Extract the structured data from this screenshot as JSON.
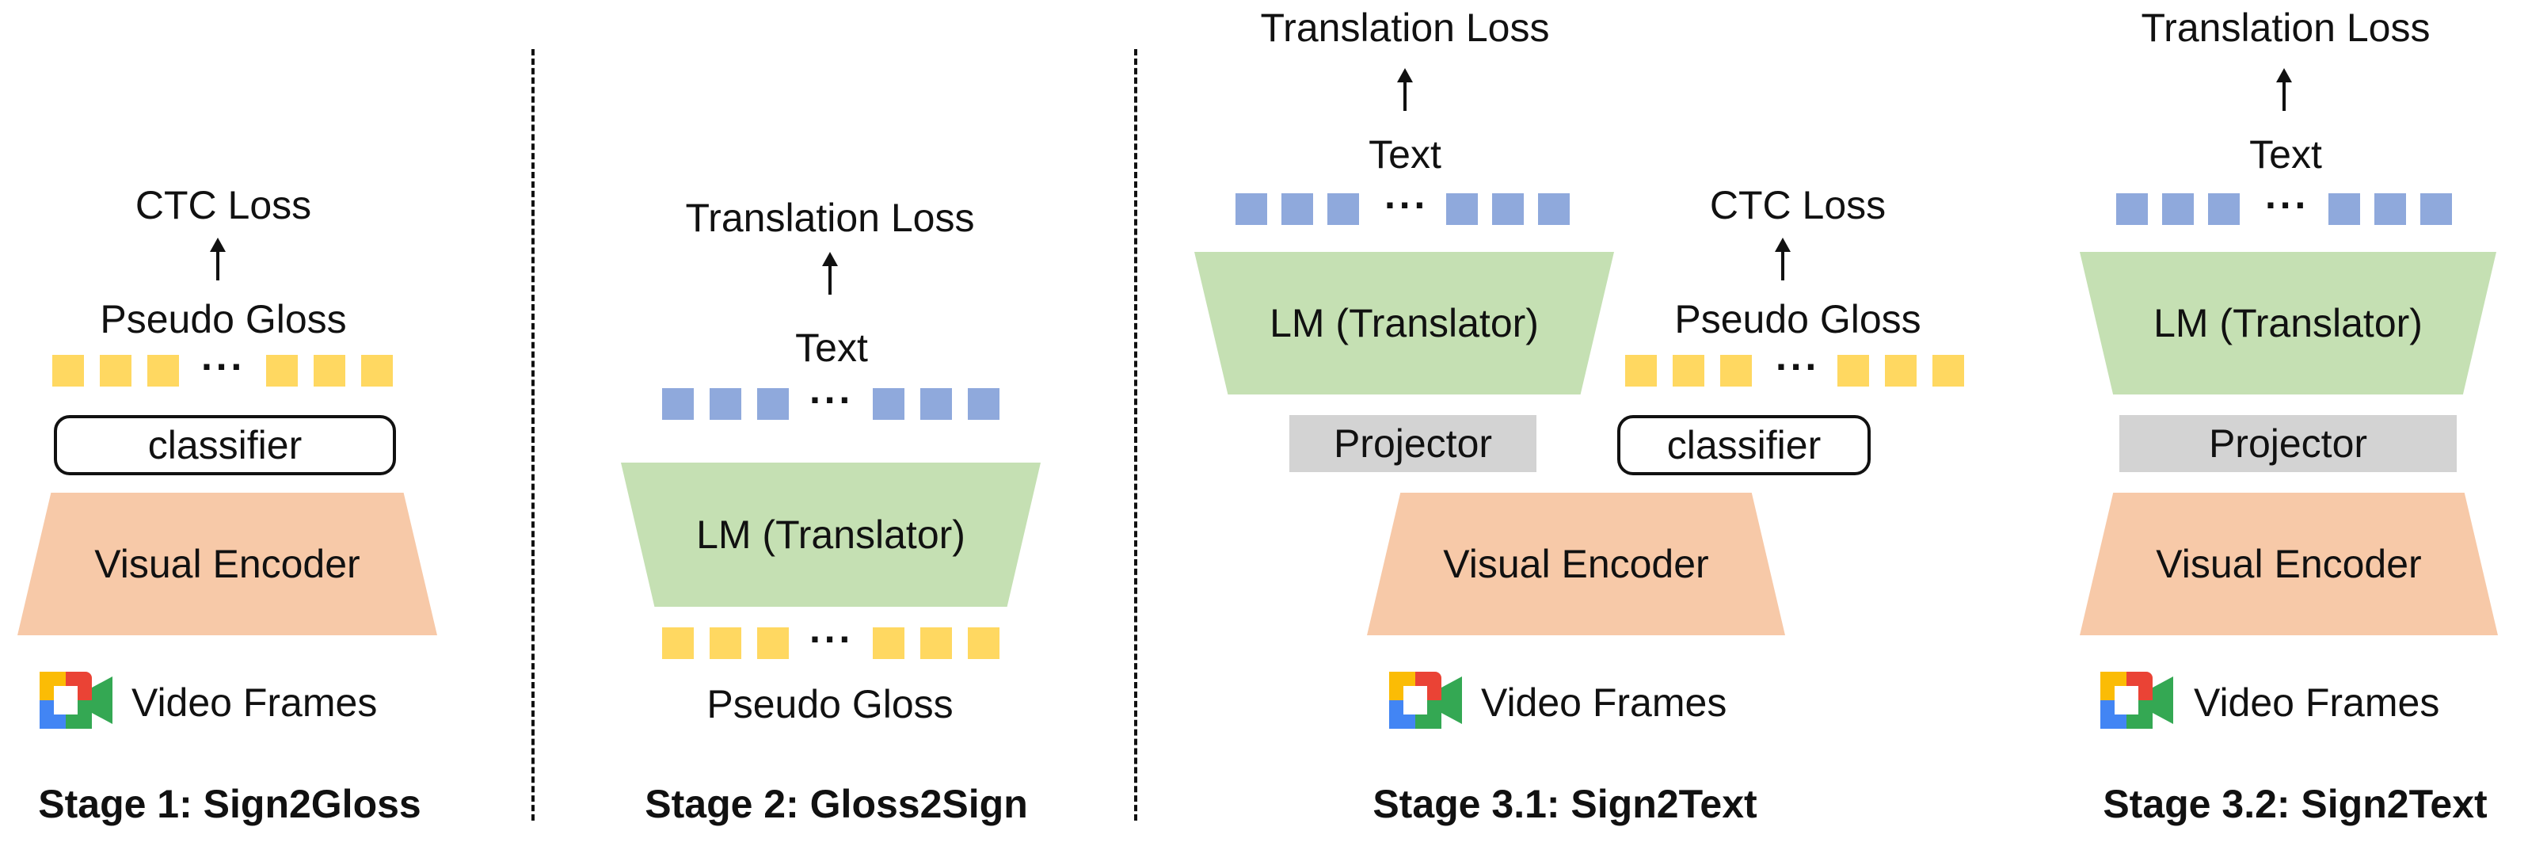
{
  "stage1": {
    "title": "Stage 1: Sign2Gloss",
    "loss": "CTC Loss",
    "tokens_label": "Pseudo Gloss",
    "classifier": "classifier",
    "encoder": "Visual Encoder",
    "input": "Video Frames"
  },
  "stage2": {
    "title": "Stage 2: Gloss2Sign",
    "loss": "Translation Loss",
    "output_label": "Text",
    "lm": "LM (Translator)",
    "input_label": "Pseudo Gloss"
  },
  "stage31": {
    "title": "Stage 3.1: Sign2Text",
    "loss_left": "Translation Loss",
    "text_label": "Text",
    "lm": "LM (Translator)",
    "projector": "Projector",
    "loss_right": "CTC Loss",
    "gloss_label": "Pseudo Gloss",
    "classifier": "classifier",
    "encoder": "Visual Encoder",
    "input": "Video Frames"
  },
  "stage32": {
    "title": "Stage 3.2: Sign2Text",
    "loss": "Translation Loss",
    "text_label": "Text",
    "lm": "LM (Translator)",
    "projector": "Projector",
    "encoder": "Visual Encoder",
    "input": "Video Frames"
  },
  "ellipsis": "···",
  "colors": {
    "gloss_token": "#ffd861",
    "text_token": "#8fa9dc",
    "encoder": "#f7c9a8",
    "lm": "#c5e0b3",
    "projector": "#d3d3d3"
  },
  "icons": [
    "video-camera-icon"
  ]
}
